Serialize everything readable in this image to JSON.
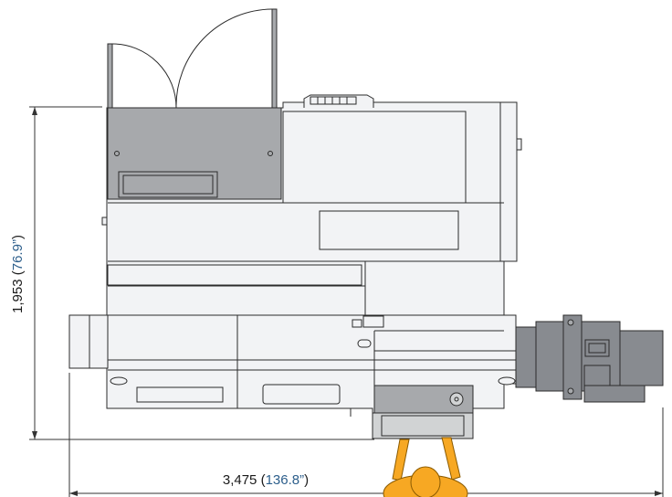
{
  "dimensions": {
    "height": {
      "metric": "1,953",
      "imperial": "76.9”"
    },
    "width": {
      "metric": "3,475",
      "imperial": "136.8”"
    }
  },
  "colors": {
    "outline": "#2b2b2b",
    "body_fill": "#f2f3f5",
    "panel_fill": "#a7a9ac",
    "module_fill": "#888b90",
    "operator_fill": "#f7a823",
    "imperial_text": "#2d5f8c",
    "dimension_line": "#333333"
  }
}
